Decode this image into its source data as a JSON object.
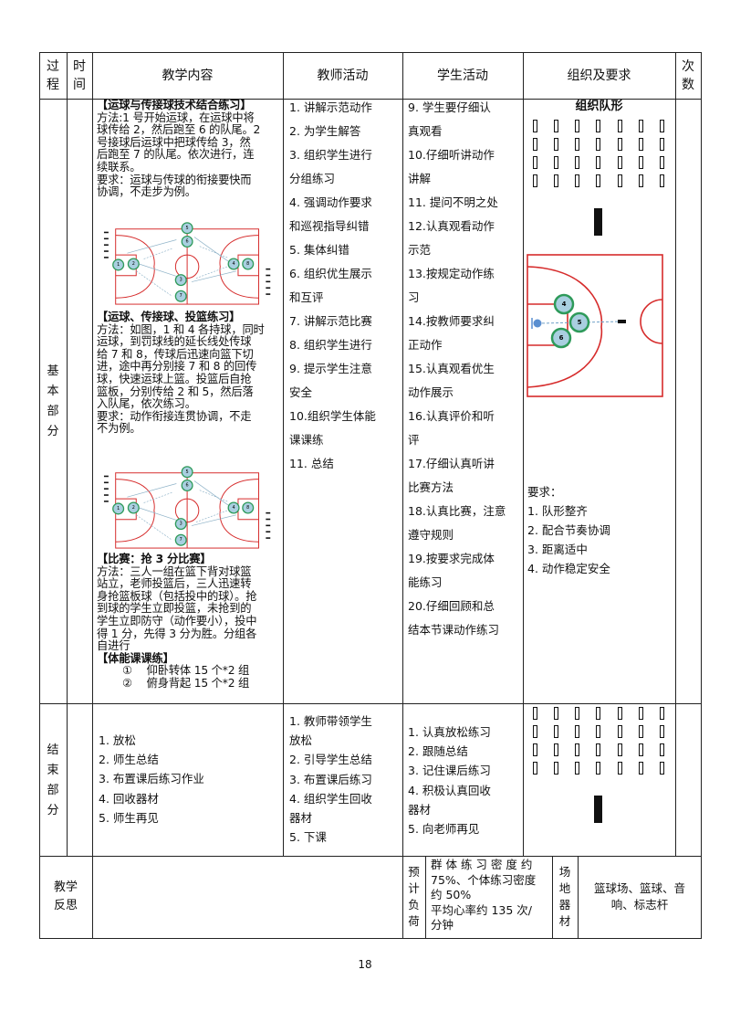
{
  "header": {
    "process": "过\n程",
    "time": "时\n间",
    "content": "教学内容",
    "teacher": "教师活动",
    "student": "学生活动",
    "org": "组织及要求",
    "count": "次\n数"
  },
  "basic": {
    "section": "基\n本\n部\n分",
    "drill1": {
      "title": "【运球与传接球技术结合练习】",
      "lines": [
        "方法:1 号开始运球，在运球中将",
        "球传给 2，然后跑至 6 的队尾。2",
        "号接球后运球中把球传给 3，然",
        "后跑至 7 的队尾。依次进行，连",
        "续联系。",
        "要求：运球与传球的衔接要快而",
        "协调，不走步为例。"
      ]
    },
    "drill2": {
      "title": "【运球、传接球、投篮练习】",
      "lines": [
        "方法：如图，1 和 4 各持球，同时",
        "运球，到罚球线的延长线处传球",
        "给 7 和 8，传球后迅速向篮下切",
        "进，途中再分别接 7 和 8 的回传",
        "球，快速运球上篮。投篮后自抢",
        "篮板，分别传给 2 和 5，然后落",
        "入队尾，依次练习。",
        "要求：动作衔接连贯协调，不走",
        "不为例。"
      ]
    },
    "drill3": {
      "title": "【比赛：抢 3 分比赛】",
      "lines": [
        "方法：三人一组在篮下背对球篮",
        "站立，老师投篮后，三人迅速转",
        "身抢篮板球（包括投中的球）。抢",
        "到球的学生立即投篮，未抢到的",
        "学生立即防守（动作要小），投中",
        "得 1 分，先得 3 分为胜。分组各",
        "自进行"
      ]
    },
    "fitness": {
      "title": "【体能课课练】",
      "items": [
        "①　 仰卧转体 15 个*2 组",
        "②　 俯身背起 15 个*2 组"
      ]
    },
    "diagram_labels": [
      "5",
      "6",
      "3",
      "7",
      "1",
      "2",
      "4",
      "8"
    ],
    "teacher_lines": [
      "1.  讲解示范动作",
      "2.  为学生解答",
      "3.  组织学生进行",
      "分组练习",
      "4.  强调动作要求",
      "和巡视指导纠错",
      "5.  集体纠错",
      "6.  组织优生展示",
      "和互评",
      "7.  讲解示范比赛",
      "8.  组织学生进行",
      "9.  提示学生注意",
      "安全",
      "10.组织学生体能",
      "课课练",
      "11. 总结"
    ],
    "student_lines": [
      "9. 学生要仔细认",
      "真观看",
      "10.仔细听讲动作",
      "讲解",
      "11. 提问不明之处",
      "12.认真观看动作",
      "示范",
      "13.按规定动作练",
      "习",
      "14.按教师要求纠",
      "正动作",
      "15.认真观看优生",
      "动作展示",
      "16.认真评价和听",
      "评",
      "17.仔细认真听讲",
      "比赛方法",
      "18.认真比赛，注意",
      "遵守规则",
      "19.按要求完成体",
      "能练习",
      "20.仔细回顾和总",
      "结本节课动作练习"
    ],
    "org_title": "组织队形",
    "court_labels": [
      "4",
      "5",
      "6"
    ],
    "req_title": "要求：",
    "req_items": [
      "1. 队形整齐",
      "2. 配合节奏协调",
      "3. 距离适中",
      "4. 动作稳定安全"
    ]
  },
  "end": {
    "section": "结\n束\n部\n分",
    "content_lines": [
      "1.  放松",
      "2.  师生总结",
      "3.  布置课后练习作业",
      "4.  回收器材",
      "5.  师生再见"
    ],
    "teacher_lines": [
      "1.  教师带领学生",
      "放松",
      "2.  引导学生总结",
      "3.  布置课后练习",
      "4.  组织学生回收",
      "器材",
      "5.  下课"
    ],
    "student_lines": [
      "1.  认真放松练习",
      "2.  跟随总结",
      "3.  记住课后练习",
      "4.  积极认真回收",
      "器材",
      "5.  向老师再见"
    ]
  },
  "footer": {
    "reflection": "教学\n反思",
    "load_label": "预\n计\n负\n荷",
    "load_lines": [
      "群 体 练 习 密 度 约",
      "75%、个体练习密度",
      "约 50%",
      "平均心率约 135 次/",
      "分钟"
    ],
    "venue_label": "场\n地\n器\n材",
    "venue": "篮球场、篮球、音响、标志杆"
  },
  "page_number": "18",
  "colors": {
    "court_line": "#d62b2b",
    "player_fill": "#a9cfe0",
    "player_ring": "#2e9a5a"
  }
}
